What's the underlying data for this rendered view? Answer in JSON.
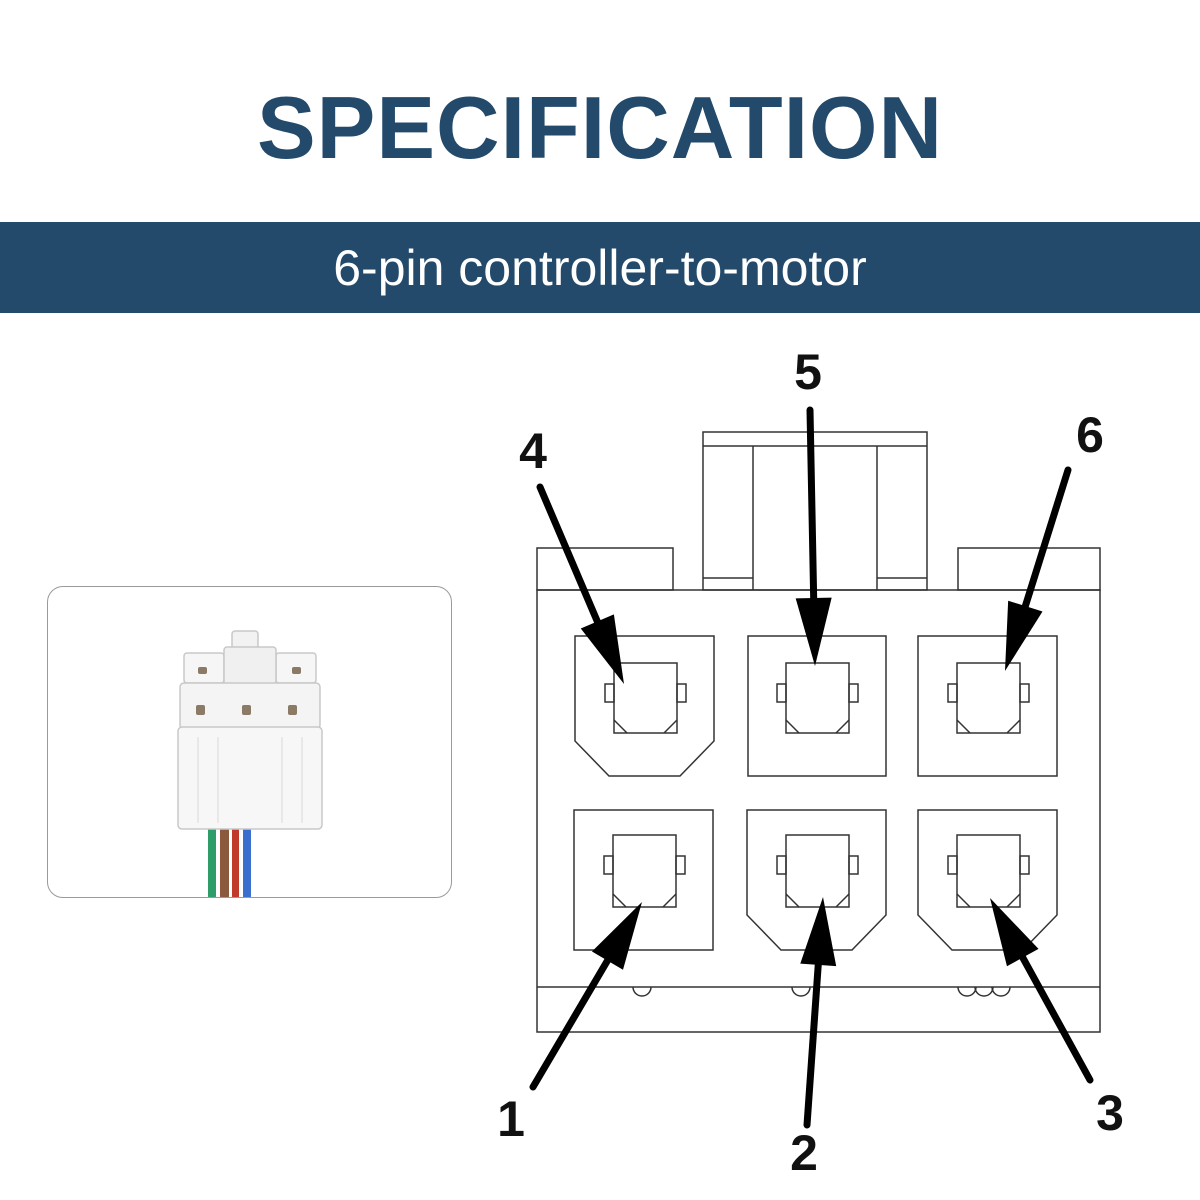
{
  "header": {
    "title": "SPECIFICATION",
    "subtitle": "6-pin controller-to-motor"
  },
  "colors": {
    "brand": "#234a6b",
    "banner_text": "#ffffff",
    "line": "#333333",
    "arrow": "#000000"
  },
  "photo": {
    "icon": "connector-photo-icon",
    "wire_colors": [
      "#2e9d6a",
      "#8b5a3c",
      "#c0392b",
      "#3a6fd0"
    ]
  },
  "diagram": {
    "pins": [
      {
        "label": "1"
      },
      {
        "label": "2"
      },
      {
        "label": "3"
      },
      {
        "label": "4"
      },
      {
        "label": "5"
      },
      {
        "label": "6"
      }
    ]
  }
}
